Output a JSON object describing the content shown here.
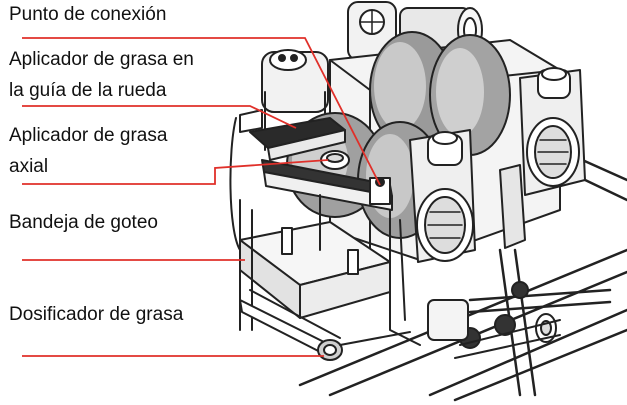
{
  "labels": {
    "connection_point": "Punto de conexión",
    "wheel_guide_greaser_line1": "Aplicador de grasa en",
    "wheel_guide_greaser_line2": "la guía de la rueda",
    "axial_greaser_line1": "Aplicador de grasa",
    "axial_greaser_line2": "axial",
    "drip_tray": "Bandeja de goteo",
    "grease_doser": "Dosificador de grasa"
  },
  "colors": {
    "leader_line": "#e0302a",
    "outline": "#222222",
    "fill_light": "#f2f2f2",
    "fill_mid": "#cfcfcf",
    "fill_dark": "#9a9a9a"
  }
}
